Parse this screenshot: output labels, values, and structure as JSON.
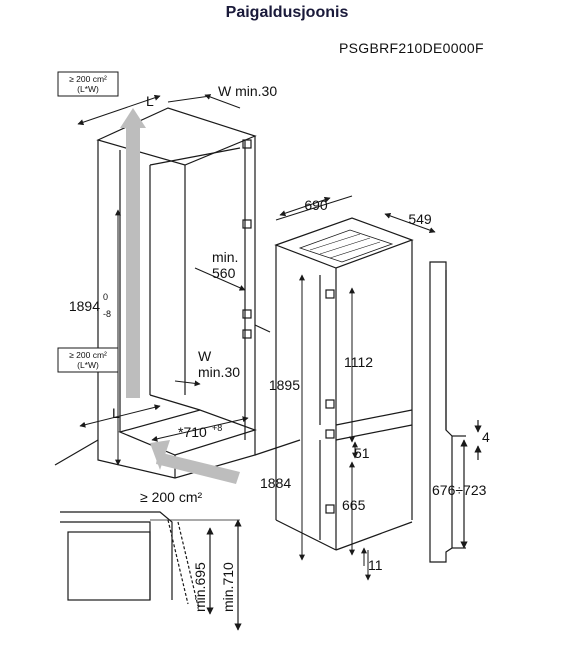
{
  "header": {
    "title": "Paigaldusjoonis",
    "model": "PSGBRF210DE0000F"
  },
  "ventilation_boxes": {
    "top": {
      "line1": "≥ 200 cm²",
      "line2": "(L*W)"
    },
    "bottom": {
      "line1": "≥ 200 cm²",
      "line2": "(L*W)"
    },
    "floor": "≥ 200 cm²"
  },
  "niche": {
    "L_top": "L",
    "W_top": "W min.30",
    "height_main": "1894",
    "height_tol_plus": "0",
    "height_tol_minus": "-8",
    "depth_min_line1": "min.",
    "depth_min_line2": "560",
    "W_bottom_line1": "W",
    "W_bottom_line2": "min.30",
    "L_bottom": "L",
    "width": "*710",
    "width_tol": "+8"
  },
  "appliance": {
    "width": "690",
    "depth": "549",
    "height_total": "1895",
    "height_full": "1884",
    "upper_door": "1112",
    "gap_51": "51",
    "lower_door": "665",
    "bottom_gap": "11"
  },
  "side_view": {
    "gap_4": "4",
    "range": "676÷723"
  },
  "detail": {
    "min695": "min.695",
    "min710": "min.710"
  },
  "colors": {
    "line": "#1a1a1a",
    "arrow_fill": "#bdbdbd"
  }
}
